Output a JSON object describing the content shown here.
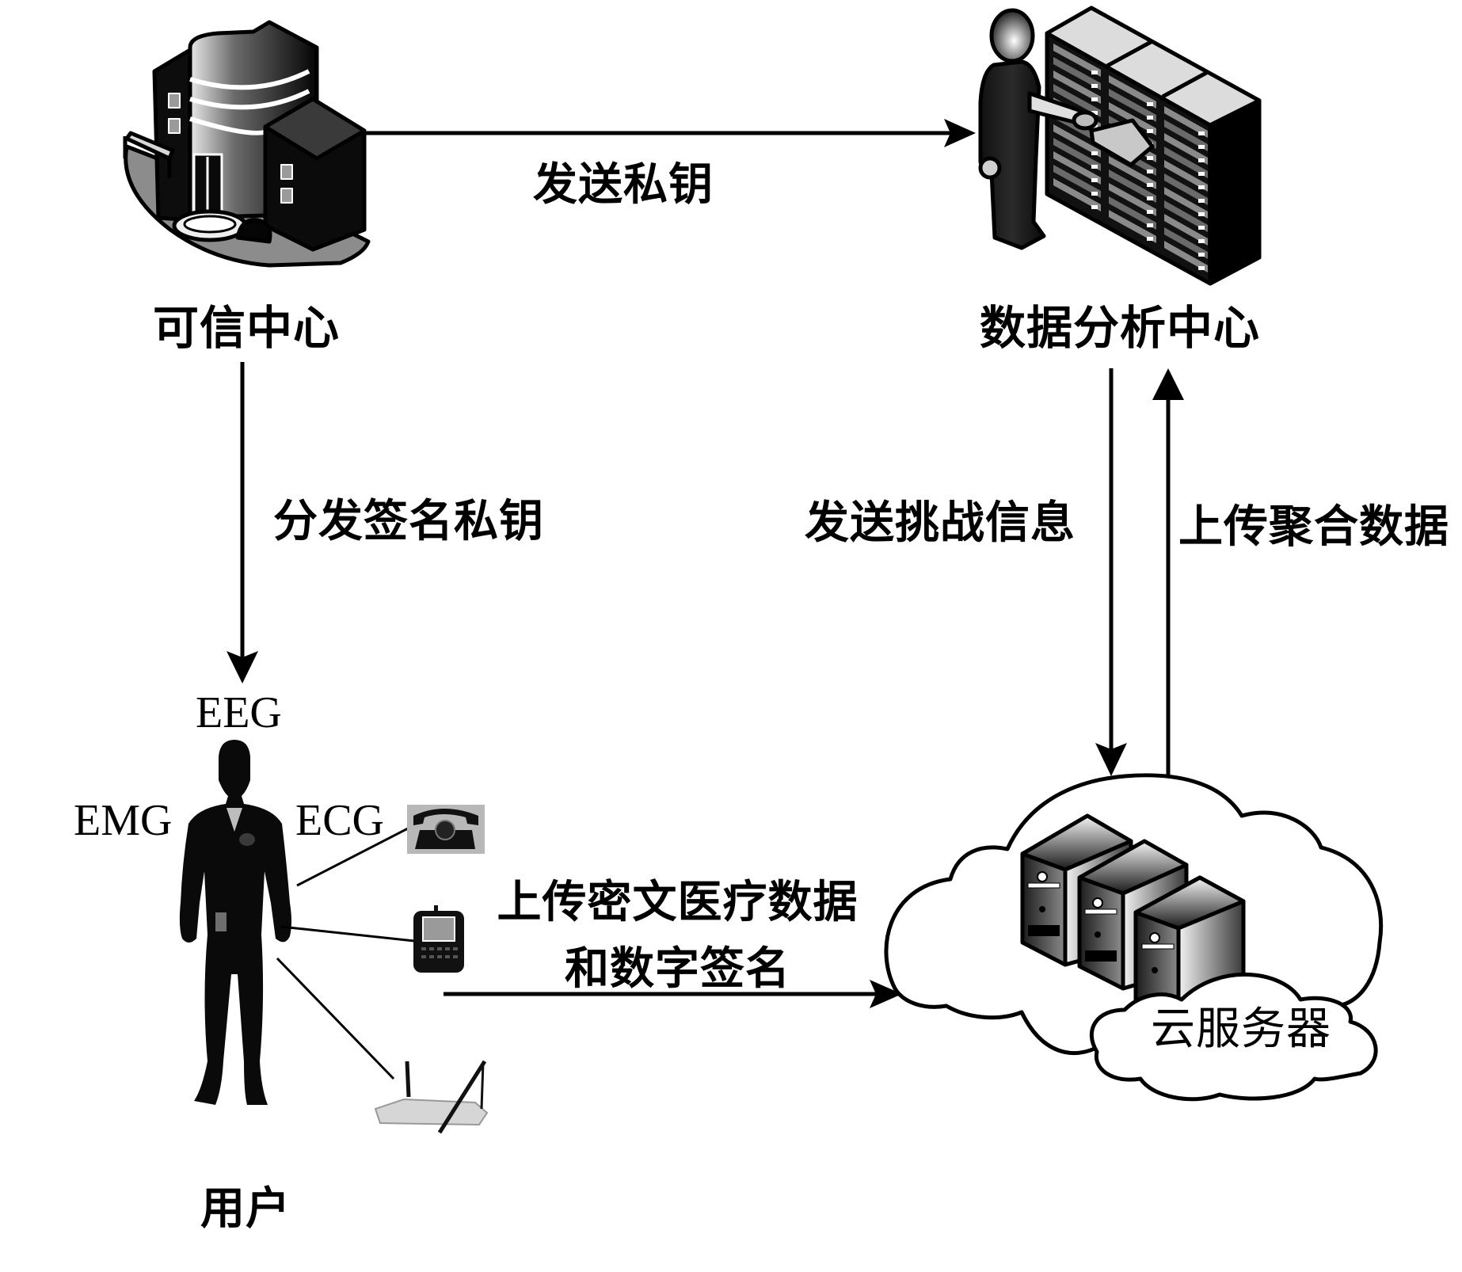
{
  "diagram": {
    "nodes": {
      "trusted_center": {
        "label": "可信中心",
        "icon": "office-building-icon"
      },
      "data_analysis_center": {
        "label": "数据分析中心",
        "icon": "operator-with-server-racks-icon"
      },
      "user": {
        "label": "用户",
        "icon": "human-body-icon"
      },
      "cloud_server": {
        "label": "云服务器",
        "icon": "cloud-server-cluster-icon"
      }
    },
    "sensors": {
      "eeg": "EEG",
      "emg": "EMG",
      "ecg": "ECG"
    },
    "user_devices": [
      {
        "name": "telephone",
        "icon": "telephone-icon"
      },
      {
        "name": "smartphone",
        "icon": "smartphone-icon"
      },
      {
        "name": "router",
        "icon": "wireless-router-icon"
      }
    ],
    "edges": [
      {
        "from": "trusted_center",
        "to": "data_analysis_center",
        "label": "发送私钥"
      },
      {
        "from": "trusted_center",
        "to": "user",
        "label": "分发签名私钥"
      },
      {
        "from": "data_analysis_center",
        "to": "cloud_server",
        "label": "发送挑战信息"
      },
      {
        "from": "cloud_server",
        "to": "data_analysis_center",
        "label": "上传聚合数据"
      },
      {
        "from": "user",
        "to": "cloud_server",
        "label_lines": [
          "上传密文医疗数据",
          "和数字签名"
        ]
      }
    ]
  },
  "colors": {
    "stroke": "#000000",
    "background": "#ffffff"
  }
}
